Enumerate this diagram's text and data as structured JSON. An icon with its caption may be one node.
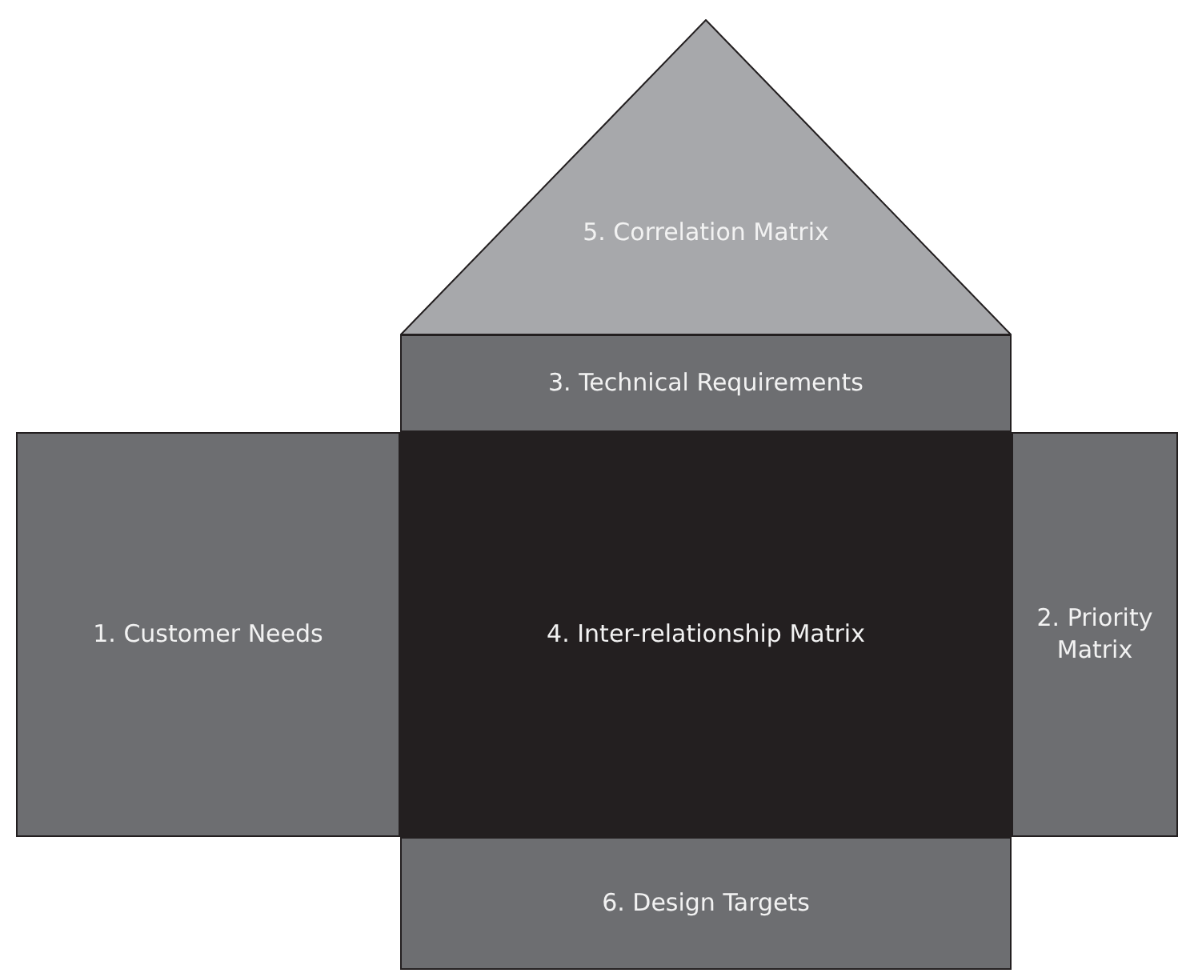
{
  "diagram": {
    "nodes": [
      {
        "text": [
          "5. Correlation Matrix"
        ]
      },
      {
        "text": [
          "3. Technical Requirements"
        ]
      },
      {
        "text": [
          "1. Customer Needs"
        ]
      },
      {
        "text": [
          "4. Inter-relationship Matrix"
        ]
      },
      {
        "text": [
          "2. Priority Matrix"
        ]
      },
      {
        "text": [
          "6. Design Targets"
        ]
      }
    ]
  }
}
